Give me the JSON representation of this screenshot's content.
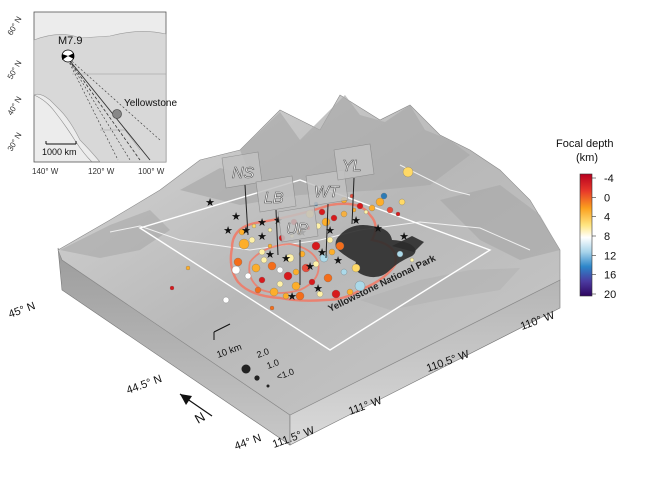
{
  "inset": {
    "quake_label": "M7.9",
    "site_label": "Yellowstone",
    "scale_label": "1000 km",
    "lat_ticks": [
      "60° N",
      "50° N",
      "40° N",
      "30° N"
    ],
    "lon_ticks": [
      "140° W",
      "120° W",
      "100° W"
    ]
  },
  "colorbar": {
    "title_line1": "Focal depth",
    "title_line2": "(km)",
    "ticks": [
      "-4",
      "0",
      "4",
      "8",
      "12",
      "16",
      "20"
    ],
    "stops": [
      "#d7191c",
      "#f46d1a",
      "#fdae2a",
      "#fff2a8",
      "#ffffff",
      "#abd9e9",
      "#2c7bb6",
      "#5a2a9a",
      "#3a0a6a"
    ]
  },
  "stations": [
    "NS",
    "LB",
    "UP",
    "WT",
    "YL"
  ],
  "park_label": "Yellowstone National Park",
  "legend": {
    "scale_label": "10 km",
    "sizes": [
      "2.0",
      "1.0",
      "<1.0"
    ]
  },
  "lat_labels": [
    "45° N",
    "44.5° N",
    "44° N"
  ],
  "lon_labels": [
    "110° W",
    "110.5° W",
    "111° W",
    "111.5° W"
  ],
  "north_label": "N"
}
